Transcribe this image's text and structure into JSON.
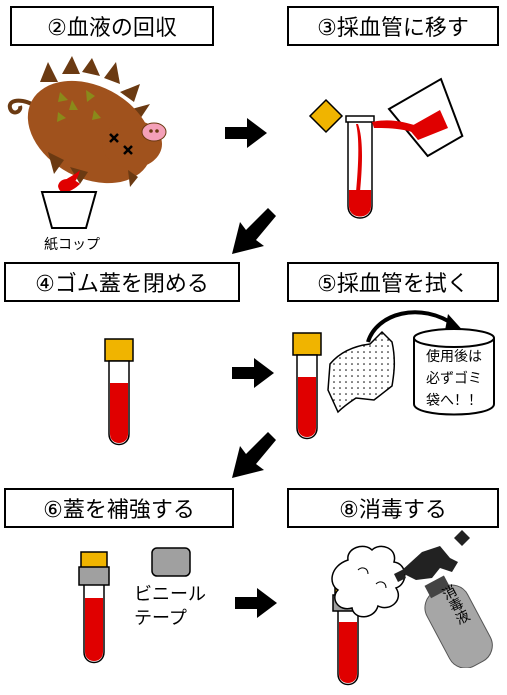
{
  "steps": {
    "s2": "②血液の回収",
    "s3": "③採血管に移す",
    "s4": "④ゴム蓋を閉める",
    "s5": "⑤採血管を拭く",
    "s6": "⑥蓋を補強する",
    "s8": "⑧消毒する"
  },
  "labels": {
    "paper_cup": "紙コップ",
    "can_line1": "使用後は",
    "can_line2": "必ずゴミ",
    "can_line3": "袋へ！！",
    "tape_line1": "ビニール",
    "tape_line2": "テープ",
    "spray": "消毒液"
  },
  "colors": {
    "blood": "#e00000",
    "cap_orange": "#f0b400",
    "boar_brown": "#a0521d",
    "boar_spike": "#6b3a12",
    "boar_spot": "#8a8a1a",
    "boar_nose": "#f4a0b8",
    "tape_gray": "#a0a0a0",
    "sprayer_dark": "#222222",
    "bottle_gray": "#a6a6a6"
  },
  "icons": [
    "boar-icon",
    "paper-cup-icon",
    "tube-icon",
    "beaker-icon",
    "arrow-right-icon",
    "arrow-down-left-icon",
    "wipe-cloth-icon",
    "trash-can-icon",
    "tape-icon",
    "cloud-icon",
    "spray-bottle-icon"
  ]
}
